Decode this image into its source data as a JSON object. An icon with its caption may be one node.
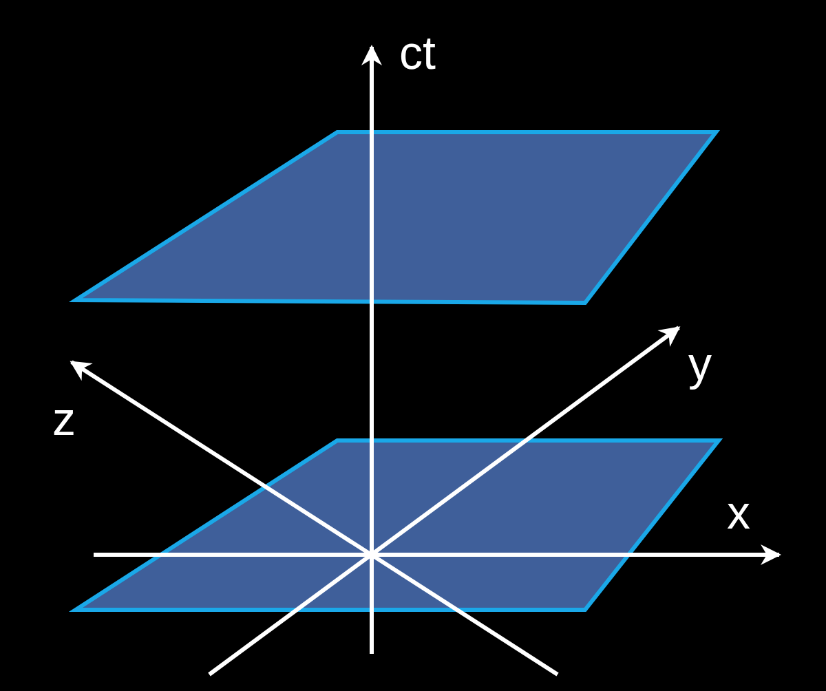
{
  "diagram": {
    "labels": [
      "ct",
      "y",
      "z",
      "x"
    ]
  }
}
